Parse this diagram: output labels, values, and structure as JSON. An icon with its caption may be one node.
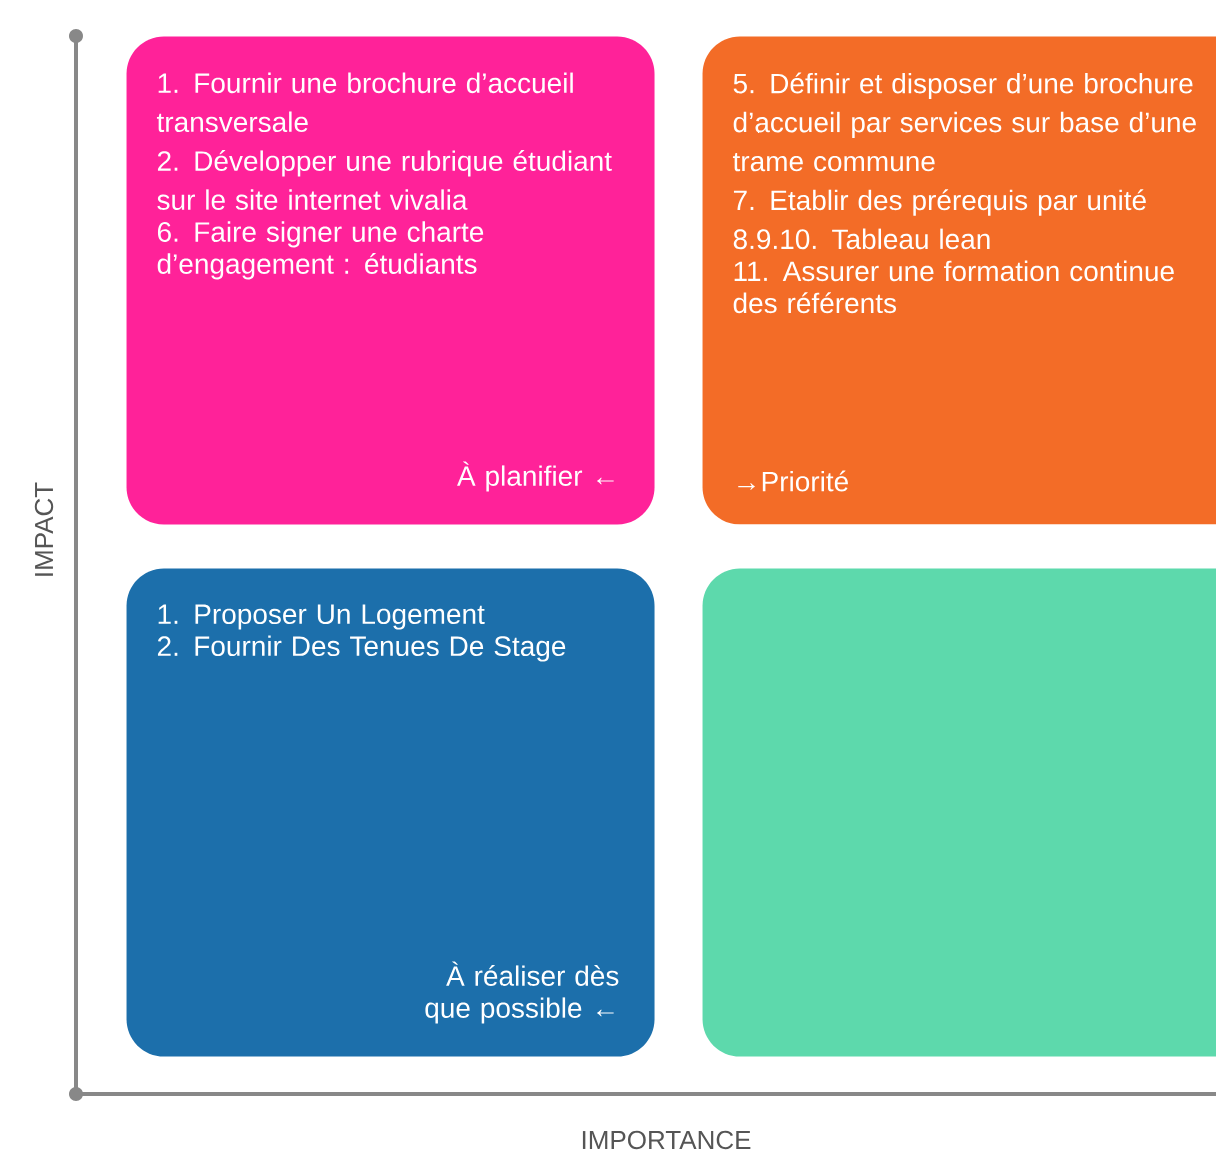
{
  "diagram": {
    "nodes": [
      {
        "text": [
          "1. Fournir une brochure d’accueil transversale",
          "2. Développer une rubrique étudiant sur le site internet vivalia",
          "6. Faire signer une charte d’engagement : étudiants",
          "À planifier ←"
        ]
      },
      {
        "text": [
          "5. Définir et disposer d’une brochure d’accueil par services sur base d’une trame commune",
          "7. Etablir des prérequis par unité",
          "8.9.10. Tableau lean",
          "11. Assurer une formation continue des référents",
          "→Priorité"
        ]
      },
      {
        "text": [
          "1. Proposer Un Logement",
          "2. Fournir Des Tenues De Stage",
          "À réaliser dès que possible ←"
        ]
      },
      {
        "text": [],
        "shape": "box"
      }
    ],
    "edges": [],
    "labels": [
      "IMPACT",
      "IMPORTANCE"
    ]
  }
}
